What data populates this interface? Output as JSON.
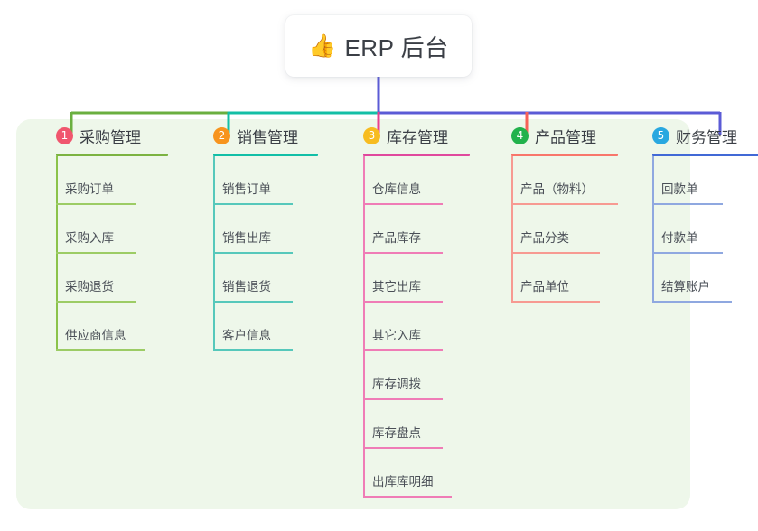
{
  "page": {
    "background_color": "#ffffff",
    "panel_color": "#eef7ea"
  },
  "root": {
    "icon": "thumbs-up-emoji",
    "emoji": "👍",
    "title": "ERP 后台",
    "card_color": "#ffffff",
    "stem_color": "#5b5bd6"
  },
  "trunk": {
    "segments": [
      {
        "name": "left-green",
        "color": "#6aaf3f"
      },
      {
        "name": "mid-teal",
        "color": "#13bfa6"
      },
      {
        "name": "right-indigo",
        "color": "#5b5bd6"
      }
    ]
  },
  "columns": [
    {
      "index": "1",
      "badge_label": "1",
      "badge_color": "#f0566e",
      "title": "采购管理",
      "rule_color": "#7cb342",
      "branch_color": "#8bc34a",
      "drop_color": "#6aaf3f",
      "items": [
        {
          "label": "采购订单",
          "width": 88
        },
        {
          "label": "采购入库",
          "width": 88
        },
        {
          "label": "采购退货",
          "width": 88
        },
        {
          "label": "供应商信息",
          "width": 98
        }
      ]
    },
    {
      "index": "2",
      "badge_label": "2",
      "badge_color": "#f7941e",
      "title": "销售管理",
      "rule_color": "#12bfa7",
      "branch_color": "#56c8bb",
      "drop_color": "#13bfa6",
      "items": [
        {
          "label": "销售订单",
          "width": 88
        },
        {
          "label": "销售出库",
          "width": 88
        },
        {
          "label": "销售退货",
          "width": 88
        },
        {
          "label": "客户信息",
          "width": 88
        }
      ]
    },
    {
      "index": "3",
      "badge_label": "3",
      "badge_color": "#f7bc20",
      "title": "库存管理",
      "rule_color": "#e0499d",
      "branch_color": "#ef7cb6",
      "drop_color": "#ea3f8e",
      "items": [
        {
          "label": "仓库信息",
          "width": 88
        },
        {
          "label": "产品库存",
          "width": 88
        },
        {
          "label": "其它出库",
          "width": 88
        },
        {
          "label": "其它入库",
          "width": 88
        },
        {
          "label": "库存调拨",
          "width": 88
        },
        {
          "label": "库存盘点",
          "width": 88
        },
        {
          "label": "出库库明细",
          "width": 98
        }
      ]
    },
    {
      "index": "4",
      "badge_label": "4",
      "badge_color": "#22b24c",
      "title": "产品管理",
      "rule_color": "#f8766b",
      "branch_color": "#f79a92",
      "drop_color": "#f76257",
      "items": [
        {
          "label": "产品（物料）",
          "width": 118
        },
        {
          "label": "产品分类",
          "width": 98
        },
        {
          "label": "产品单位",
          "width": 98
        }
      ]
    },
    {
      "index": "5",
      "badge_label": "5",
      "badge_color": "#29a8e0",
      "title": "财务管理",
      "rule_color": "#4169d6",
      "branch_color": "#8fa8e0",
      "drop_color": "#5b5bd6",
      "items": [
        {
          "label": "回款单",
          "width": 78
        },
        {
          "label": "付款单",
          "width": 78
        },
        {
          "label": "结算账户",
          "width": 88
        }
      ]
    }
  ]
}
